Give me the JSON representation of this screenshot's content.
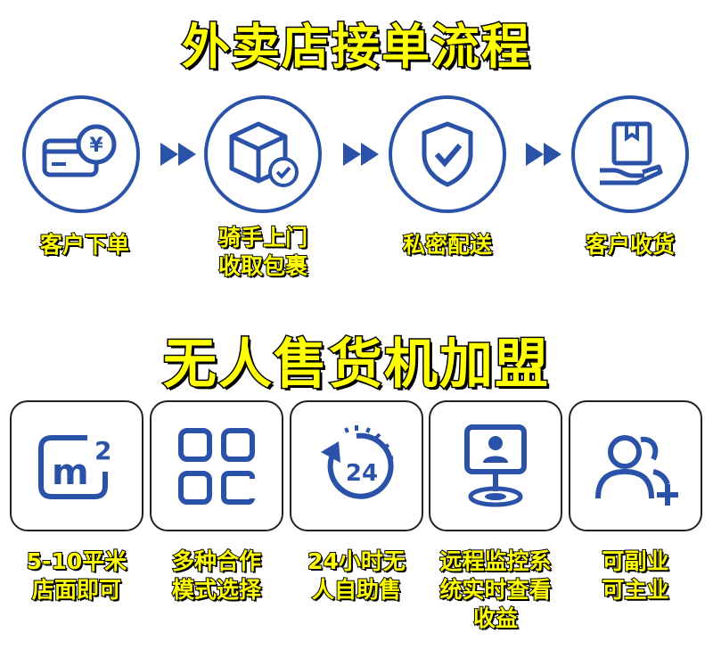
{
  "colors": {
    "accent": "#2a52a8",
    "title_fill": "#ffff00",
    "outline": "#000000"
  },
  "process": {
    "title": "外卖店接单流程",
    "steps": [
      {
        "icon": "credit-card-yen-icon",
        "lines": [
          "客户下单"
        ]
      },
      {
        "icon": "package-check-icon",
        "lines": [
          "骑手上门",
          "收取包裹"
        ]
      },
      {
        "icon": "shield-check-icon",
        "lines": [
          "私密配送"
        ]
      },
      {
        "icon": "hand-box-icon",
        "lines": [
          "客户收货"
        ]
      }
    ]
  },
  "franchise": {
    "title": "无人售货机加盟",
    "features": [
      {
        "icon": "square-meter-icon",
        "lines": [
          "5-10平米",
          "店面即可"
        ]
      },
      {
        "icon": "grid-apps-icon",
        "lines": [
          "多种合作",
          "模式选择"
        ]
      },
      {
        "icon": "clock-24-icon",
        "lines": [
          "24小时无",
          "人自助售"
        ]
      },
      {
        "icon": "remote-monitor-location-icon",
        "lines": [
          "远程监控系",
          "统实时查看",
          "收益"
        ]
      },
      {
        "icon": "users-add-icon",
        "lines": [
          "可副业",
          "可主业"
        ]
      }
    ]
  }
}
